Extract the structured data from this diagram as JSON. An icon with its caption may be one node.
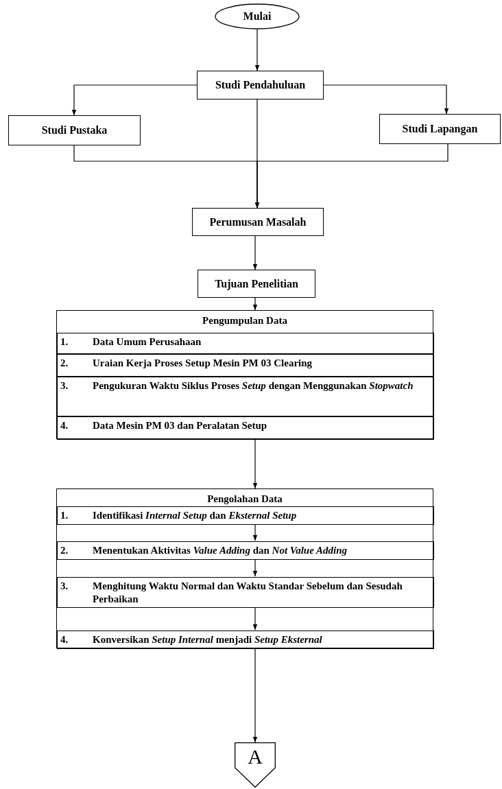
{
  "diagram": {
    "nodes": [
      {
        "text": [
          "Mulai"
        ]
      },
      {
        "text": [
          "Studi Pendahuluan"
        ]
      },
      {
        "text": [
          "Studi Pustaka"
        ]
      },
      {
        "text": [
          "Studi Lapangan"
        ]
      },
      {
        "text": [
          "Perumusan Masalah"
        ]
      },
      {
        "text": [
          "Tujuan Penelitian"
        ]
      },
      {
        "text": [
          "Pengumpulan Data"
        ]
      },
      {
        "text": [
          "1.",
          "Data Umum Perusahaan"
        ],
        "in": 6
      },
      {
        "text": [
          "2.",
          "Uraian Kerja Proses Setup Mesin PM 03 Clearing"
        ],
        "in": 6
      },
      {
        "text": [
          "3.",
          "Pengukuran Waktu Siklus Proses *Setup* dengan Menggunakan *Stopwatch*"
        ],
        "in": 6
      },
      {
        "text": [
          "4.",
          "Data Mesin PM 03 dan Peralatan Setup"
        ],
        "in": 6
      },
      {
        "text": [
          "Pengolahan Data"
        ]
      },
      {
        "text": [
          "1.",
          "Identifikasi *Internal Setup* dan *Eksternal Setup*"
        ],
        "in": 11
      },
      {
        "text": [
          "2.",
          "Menentukan Aktivitas *Value Adding* dan *Not Value Adding*"
        ],
        "in": 11
      },
      {
        "text": [
          "3.",
          "Menghitung Waktu Normal dan Waktu Standar Sebelum dan Sesudah Perbaikan"
        ],
        "in": 11
      },
      {
        "text": [
          "4.",
          "Konversikan *Setup Internal* menjadi *Setup Eksternal*"
        ],
        "in": 11
      },
      {
        "text": [
          "A"
        ]
      }
    ],
    "edges": [
      {
        "from": 0,
        "to": 1,
        "arrow": "to"
      },
      {
        "from": 1,
        "to": 2,
        "arrow": "to"
      },
      {
        "from": 1,
        "to": 3,
        "arrow": "to"
      },
      {
        "from": 1,
        "to": 4,
        "arrow": "to"
      },
      {
        "from": 2,
        "to": 4,
        "arrow": "to"
      },
      {
        "from": 3,
        "to": 4,
        "arrow": "to"
      },
      {
        "from": 4,
        "to": 5,
        "arrow": "to"
      },
      {
        "from": 5,
        "to": 6,
        "arrow": "to"
      },
      {
        "from": 6,
        "to": 11,
        "arrow": "to"
      },
      {
        "from": 12,
        "to": 13,
        "arrow": "to"
      },
      {
        "from": 13,
        "to": 14,
        "arrow": "to"
      },
      {
        "from": 14,
        "to": 15,
        "arrow": "to"
      },
      {
        "from": 11,
        "to": 16,
        "arrow": "to"
      }
    ]
  }
}
